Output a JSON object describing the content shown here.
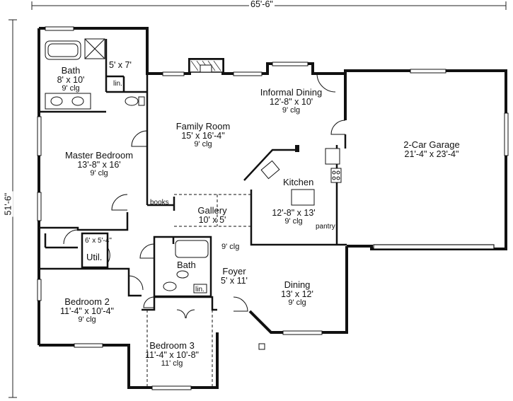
{
  "overall": {
    "width": "65'-6\"",
    "depth": "51'-6\""
  },
  "rooms": {
    "bath_master": {
      "name": "Bath",
      "size": "8' x 10'",
      "ceiling": "9' clg"
    },
    "closet": {
      "size": "5' x 7'"
    },
    "lin1": {
      "name": "lin."
    },
    "family": {
      "name": "Family Room",
      "size": "15' x 16'-4\"",
      "ceiling": "9' clg"
    },
    "informal": {
      "name": "Informal Dining",
      "size": "12'-8\" x 10'",
      "ceiling": "9' clg"
    },
    "garage": {
      "name": "2-Car Garage",
      "size": "21'-4\" x 23'-4\""
    },
    "master": {
      "name": "Master Bedroom",
      "size": "13'-8\" x 16'",
      "ceiling": "9' clg"
    },
    "books": {
      "name": "books"
    },
    "gallery": {
      "name": "Gallery",
      "size": "10' x 5'",
      "ceiling": "9' clg"
    },
    "kitchen": {
      "name": "Kitchen",
      "size": "12'-8\" x 13'",
      "ceiling": "9' clg"
    },
    "pantry": {
      "name": "pantry"
    },
    "util": {
      "name": "Util.",
      "size": "6' x 5'-4\""
    },
    "bath2": {
      "name": "Bath"
    },
    "lin2": {
      "name": "lin."
    },
    "foyer": {
      "name": "Foyer",
      "size": "5' x 11'"
    },
    "dining": {
      "name": "Dining",
      "size": "13' x 12'",
      "ceiling": "9' clg"
    },
    "bed2": {
      "name": "Bedroom 2",
      "size": "11'-4\" x 10'-4\"",
      "ceiling": "9' clg"
    },
    "bed3": {
      "name": "Bedroom 3",
      "size": "11'-4\" x 10'-8\"",
      "ceiling": "11' clg"
    }
  }
}
